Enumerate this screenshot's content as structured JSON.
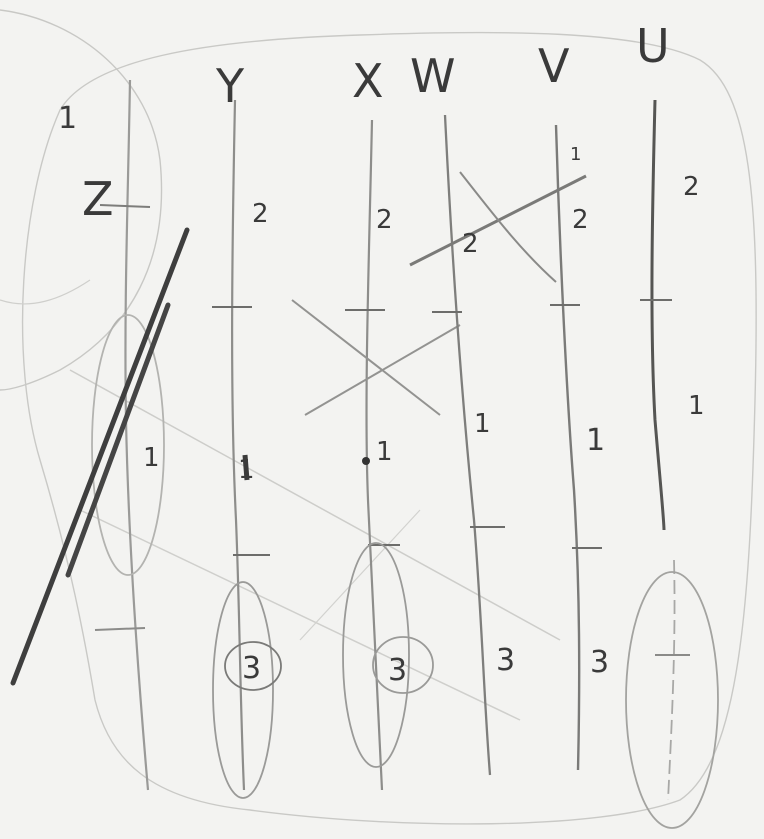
{
  "strand_labels": {
    "z": "Z",
    "y": "Y",
    "x": "X",
    "w": "W",
    "v": "V",
    "u": "U"
  },
  "stray_marks": {
    "top_left_tick": "1"
  },
  "segment_labels": {
    "z_mid": "1",
    "y_top": "2",
    "y_mid": "1",
    "y_bottom": "3",
    "x_top": "2",
    "x_mid": "1",
    "x_bottom": "3",
    "w_cross": "2",
    "w_mid": "1",
    "w_bottom": "3",
    "v_topmost": "1",
    "v_top": "2",
    "v_mid": "1",
    "v_bottom": "3",
    "u_top": "2",
    "u_mid": "1"
  }
}
